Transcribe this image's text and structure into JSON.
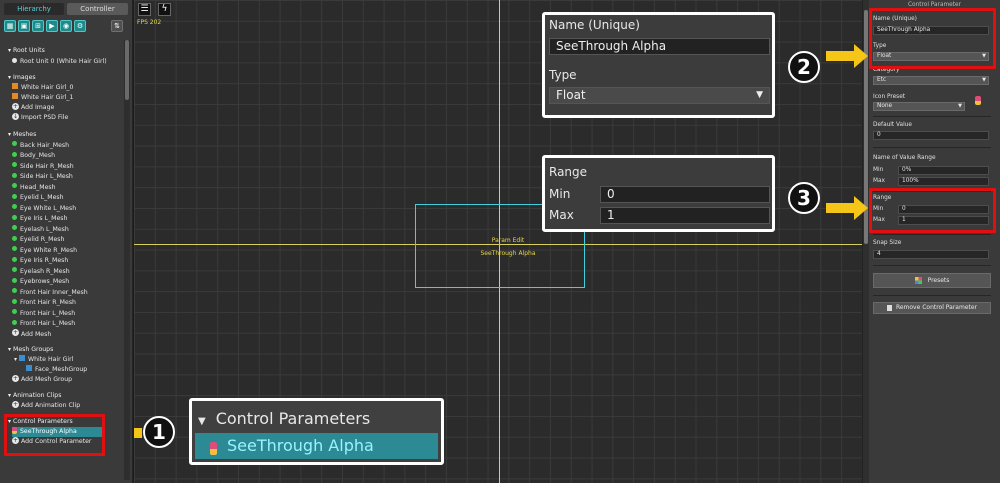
{
  "hierarchy": {
    "tabs": [
      "Hierarchy",
      "Controller"
    ],
    "sections": {
      "root_units": {
        "label": "Root Units",
        "items": [
          "Root Unit 0 (White Hair Girl)"
        ]
      },
      "images": {
        "label": "Images",
        "items": [
          "White Hair Girl_0",
          "White Hair Girl_1"
        ],
        "add": "Add Image",
        "import": "Import PSD File"
      },
      "meshes": {
        "label": "Meshes",
        "items": [
          "Back Hair_Mesh",
          "Body_Mesh",
          "Side Hair R_Mesh",
          "Side Hair L_Mesh",
          "Head_Mesh",
          "Eyelid L_Mesh",
          "Eye White L_Mesh",
          "Eye Iris L_Mesh",
          "Eyelash L_Mesh",
          "Eyelid R_Mesh",
          "Eye White R_Mesh",
          "Eye Iris R_Mesh",
          "Eyelash R_Mesh",
          "Eyebrows_Mesh",
          "Front Hair Inner_Mesh",
          "Front Hair R_Mesh",
          "Front Hair L_Mesh",
          "Front Hair L_Mesh"
        ],
        "add": "Add Mesh"
      },
      "mesh_groups": {
        "label": "Mesh Groups",
        "group": "White Hair Girl",
        "child": "Face_MeshGroup",
        "add": "Add Mesh Group"
      },
      "animation_clips": {
        "label": "Animation Clips",
        "add": "Add Animation Clip"
      },
      "control_parameters": {
        "label": "Control Parameters",
        "item": "SeeThrough Alpha",
        "add": "Add Control Parameter"
      }
    }
  },
  "canvas": {
    "fps": "FPS 202",
    "param_edit": "Param Edit",
    "param_name": "SeeThrough Alpha",
    "zoom_name": {
      "label": "Name (Unique)",
      "value": "SeeThrough Alpha",
      "type_label": "Type",
      "type_value": "Float"
    },
    "zoom_range": {
      "label": "Range",
      "min_label": "Min",
      "min": "0",
      "max_label": "Max",
      "max": "1"
    },
    "zoom_cp": {
      "header": "Control Parameters",
      "item": "SeeThrough Alpha"
    }
  },
  "inspector": {
    "title": "Control Parameter",
    "name_label": "Name (Unique)",
    "name_value": "SeeThrough Alpha",
    "type_label": "Type",
    "type_value": "Float",
    "category_label": "Category",
    "category_value": "Etc",
    "icon_preset_label": "Icon Preset",
    "icon_preset_value": "None",
    "default_label": "Default Value",
    "default_value": "0",
    "name_of_range_label": "Name of Value Range",
    "min_label": "Min",
    "min_name": "0%",
    "max_label": "Max",
    "max_name": "100%",
    "range_label": "Range",
    "range_min": "0",
    "range_max": "1",
    "snap_label": "Snap Size",
    "snap_value": "4",
    "presets_button": "Presets",
    "remove_button": "Remove Control Parameter"
  },
  "annotations": {
    "badge1": "1",
    "badge2": "2",
    "badge3": "3",
    "red": "#e01010",
    "arrow": "#f5c518"
  }
}
